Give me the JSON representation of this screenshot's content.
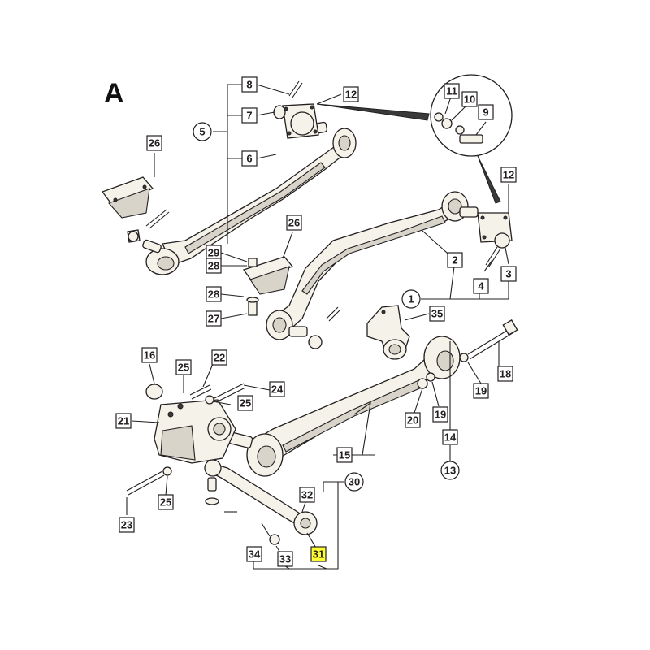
{
  "figure_letter": "A",
  "highlight_color": "#ffff33",
  "callouts": [
    {
      "id": "8",
      "text": "8",
      "shape": "box"
    },
    {
      "id": "7",
      "text": "7",
      "shape": "box"
    },
    {
      "id": "12a",
      "text": "12",
      "shape": "box"
    },
    {
      "id": "5",
      "text": "5",
      "shape": "circle"
    },
    {
      "id": "6",
      "text": "6",
      "shape": "box"
    },
    {
      "id": "26a",
      "text": "26",
      "shape": "box"
    },
    {
      "id": "11",
      "text": "11",
      "shape": "box"
    },
    {
      "id": "10",
      "text": "10",
      "shape": "box"
    },
    {
      "id": "9",
      "text": "9",
      "shape": "box"
    },
    {
      "id": "12b",
      "text": "12",
      "shape": "box"
    },
    {
      "id": "26b",
      "text": "26",
      "shape": "box"
    },
    {
      "id": "29",
      "text": "29",
      "shape": "box"
    },
    {
      "id": "28a",
      "text": "28",
      "shape": "box"
    },
    {
      "id": "28b",
      "text": "28",
      "shape": "box"
    },
    {
      "id": "27",
      "text": "27",
      "shape": "box"
    },
    {
      "id": "2",
      "text": "2",
      "shape": "box"
    },
    {
      "id": "3",
      "text": "3",
      "shape": "box"
    },
    {
      "id": "4",
      "text": "4",
      "shape": "box"
    },
    {
      "id": "1",
      "text": "1",
      "shape": "circle"
    },
    {
      "id": "35",
      "text": "35",
      "shape": "box"
    },
    {
      "id": "16",
      "text": "16",
      "shape": "box"
    },
    {
      "id": "25a",
      "text": "25",
      "shape": "box"
    },
    {
      "id": "22",
      "text": "22",
      "shape": "box"
    },
    {
      "id": "24",
      "text": "24",
      "shape": "box"
    },
    {
      "id": "25b",
      "text": "25",
      "shape": "box"
    },
    {
      "id": "18",
      "text": "18",
      "shape": "box"
    },
    {
      "id": "19a",
      "text": "19",
      "shape": "box"
    },
    {
      "id": "21",
      "text": "21",
      "shape": "box"
    },
    {
      "id": "20",
      "text": "20",
      "shape": "box"
    },
    {
      "id": "19b",
      "text": "19",
      "shape": "box"
    },
    {
      "id": "14",
      "text": "14",
      "shape": "box"
    },
    {
      "id": "15",
      "text": "15",
      "shape": "box"
    },
    {
      "id": "13",
      "text": "13",
      "shape": "circle"
    },
    {
      "id": "30",
      "text": "30",
      "shape": "circle"
    },
    {
      "id": "32",
      "text": "32",
      "shape": "box"
    },
    {
      "id": "23",
      "text": "23",
      "shape": "box"
    },
    {
      "id": "25c",
      "text": "25",
      "shape": "box"
    },
    {
      "id": "34",
      "text": "34",
      "shape": "box"
    },
    {
      "id": "33",
      "text": "33",
      "shape": "box"
    },
    {
      "id": "31",
      "text": "31",
      "shape": "box",
      "highlighted": true
    }
  ]
}
